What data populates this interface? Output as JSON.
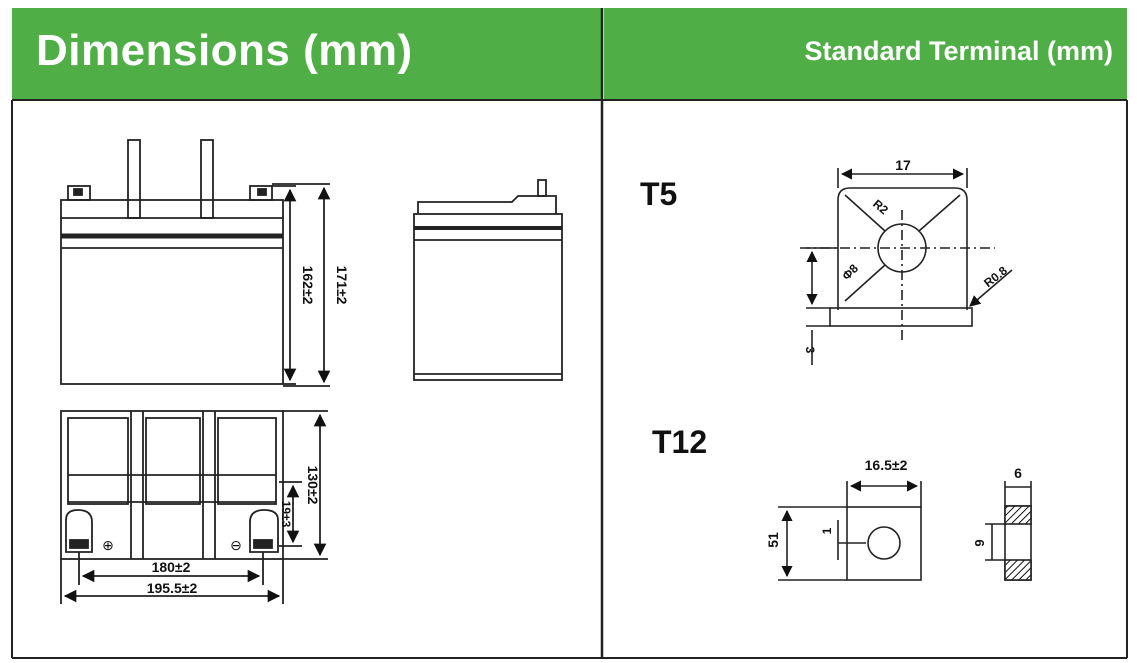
{
  "header": {
    "left_title": "Dimensions (mm)",
    "right_title": "Standard Terminal (mm)"
  },
  "battery": {
    "terminal_height_label": "162±2",
    "total_height_label": "171±2",
    "width_label": "130±2",
    "inner_dim_label": "19±3",
    "terminal_spacing_label": "180±2",
    "length_label": "195.5±2",
    "positive_symbol": "⊕",
    "negative_symbol": "⊖"
  },
  "t5": {
    "name": "T5",
    "width_label": "17",
    "diag_label": "R2",
    "hole_label": "Φ8",
    "corner_label": "R0.8",
    "base_label": "3"
  },
  "t12": {
    "name": "T12",
    "width_label": "16.5±2",
    "height_label": "51",
    "offset_label": "1",
    "thickness_label": "6",
    "side_label": "9"
  }
}
